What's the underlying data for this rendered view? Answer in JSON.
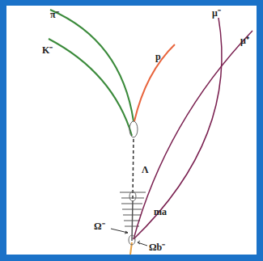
{
  "diagram": {
    "labels": [
      "π⁻",
      "K⁻",
      "p",
      "Λ",
      "μ⁻",
      "μ⁺",
      "ma",
      "Ω⁻",
      "Ωb⁻"
    ]
  }
}
